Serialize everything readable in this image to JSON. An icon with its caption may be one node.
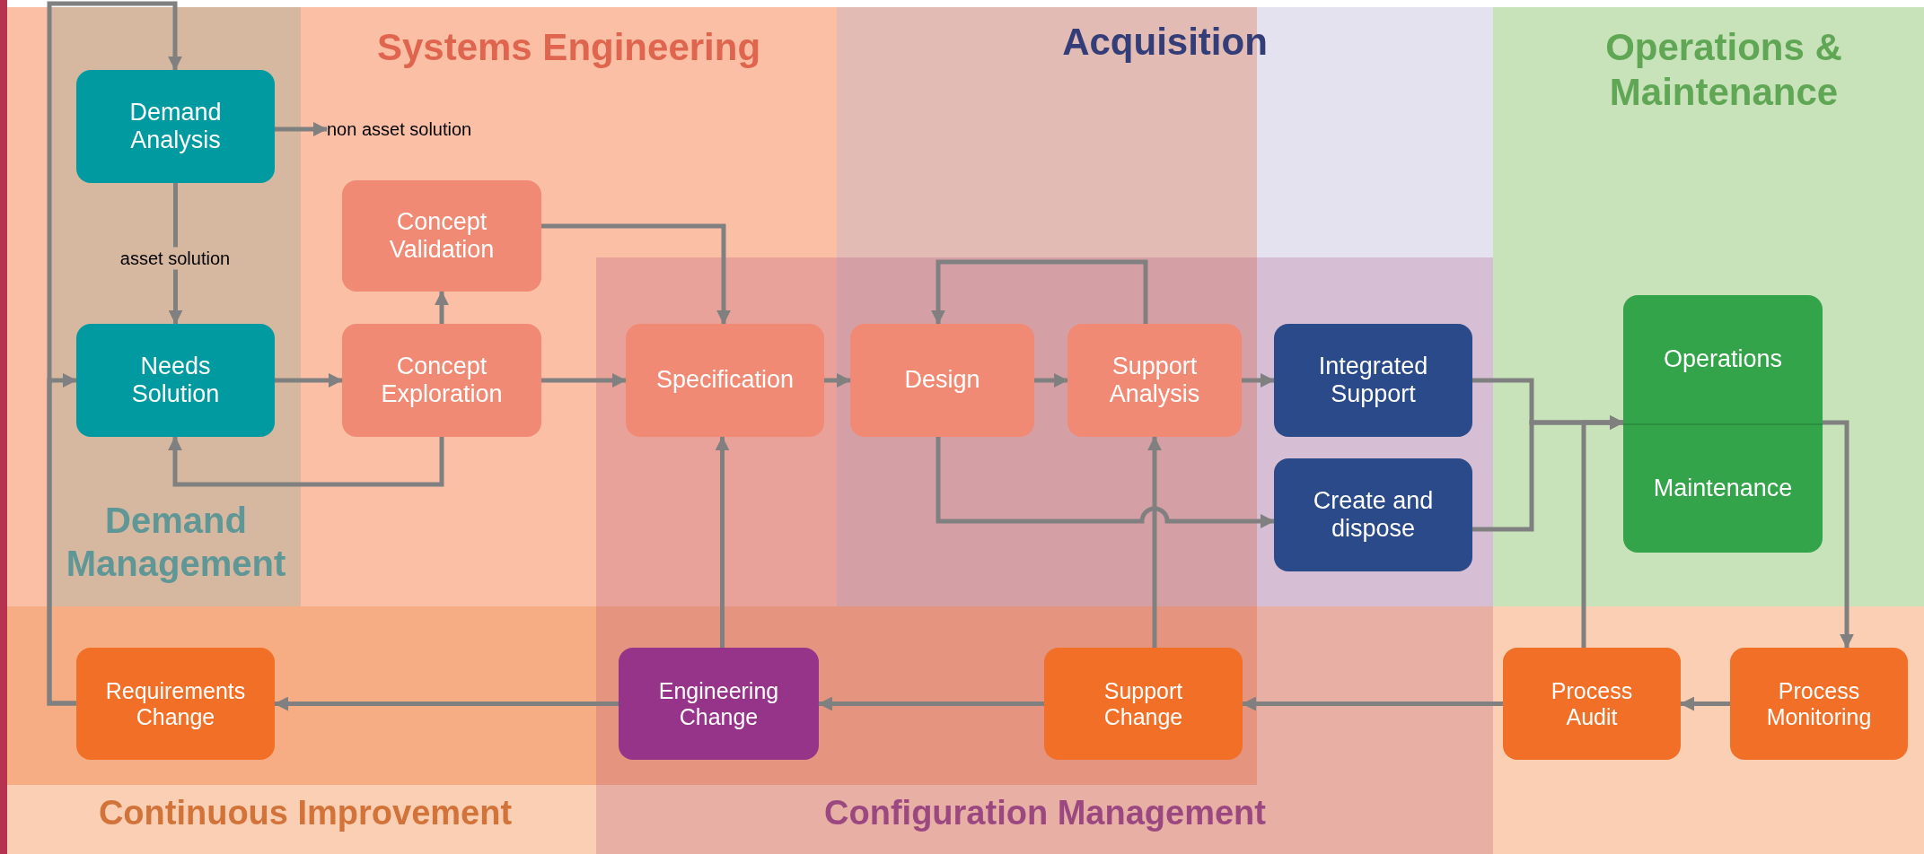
{
  "diagram": {
    "nodes": [
      {
        "text": [
          "Demand Analysis"
        ]
      },
      {
        "text": [
          "Needs Solution"
        ]
      },
      {
        "text": [
          "Concept Validation"
        ]
      },
      {
        "text": [
          "Concept Exploration"
        ]
      },
      {
        "text": [
          "Specification"
        ]
      },
      {
        "text": [
          "Design"
        ]
      },
      {
        "text": [
          "Support Analysis"
        ]
      },
      {
        "text": [
          "Integrated Support"
        ]
      },
      {
        "text": [
          "Create and dispose"
        ]
      },
      {
        "text": [
          "Operations",
          "Maintenance"
        ]
      },
      {
        "text": [
          "Requirements Change"
        ]
      },
      {
        "text": [
          "Engineering Change"
        ]
      },
      {
        "text": [
          "Support Change"
        ]
      },
      {
        "text": [
          "Process Audit"
        ]
      },
      {
        "text": [
          "Process Monitoring"
        ]
      },
      {
        "text": [
          "non asset solution"
        ]
      }
    ],
    "edges": [
      {
        "from": 10,
        "to": 0,
        "arrow": "to"
      },
      {
        "from": 10,
        "to": 1,
        "arrow": "to"
      },
      {
        "from": 0,
        "to": 15,
        "arrow": "to"
      },
      {
        "from": 0,
        "to": 1,
        "arrow": "to",
        "label": "asset solution"
      },
      {
        "from": 1,
        "to": 3,
        "arrow": "to"
      },
      {
        "from": 3,
        "to": 2,
        "arrow": "to"
      },
      {
        "from": 3,
        "to": 1,
        "arrow": "to"
      },
      {
        "from": 2,
        "to": 4,
        "arrow": "to"
      },
      {
        "from": 3,
        "to": 4,
        "arrow": "to"
      },
      {
        "from": 4,
        "to": 5,
        "arrow": "to"
      },
      {
        "from": 5,
        "to": 6,
        "arrow": "to"
      },
      {
        "from": 6,
        "to": 5,
        "arrow": "to"
      },
      {
        "from": 6,
        "to": 7,
        "arrow": "to"
      },
      {
        "from": 5,
        "to": 8,
        "arrow": "to"
      },
      {
        "from": 7,
        "to": 9,
        "arrow": "to"
      },
      {
        "from": 8,
        "to": 9,
        "arrow": "to"
      },
      {
        "from": 13,
        "to": 9,
        "arrow": "to"
      },
      {
        "from": 9,
        "to": 14,
        "arrow": "to"
      },
      {
        "from": 14,
        "to": 13,
        "arrow": "to"
      },
      {
        "from": 13,
        "to": 12,
        "arrow": "to"
      },
      {
        "from": 12,
        "to": 6,
        "arrow": "to"
      },
      {
        "from": 12,
        "to": 11,
        "arrow": "to"
      },
      {
        "from": 11,
        "to": 4,
        "arrow": "to"
      },
      {
        "from": 11,
        "to": 10,
        "arrow": "to"
      }
    ],
    "labels": [
      "Systems Engineering",
      "Acquisition",
      "Operations & Maintenance",
      "Demand Management",
      "Continuous Improvement",
      "Configuration Management"
    ]
  }
}
